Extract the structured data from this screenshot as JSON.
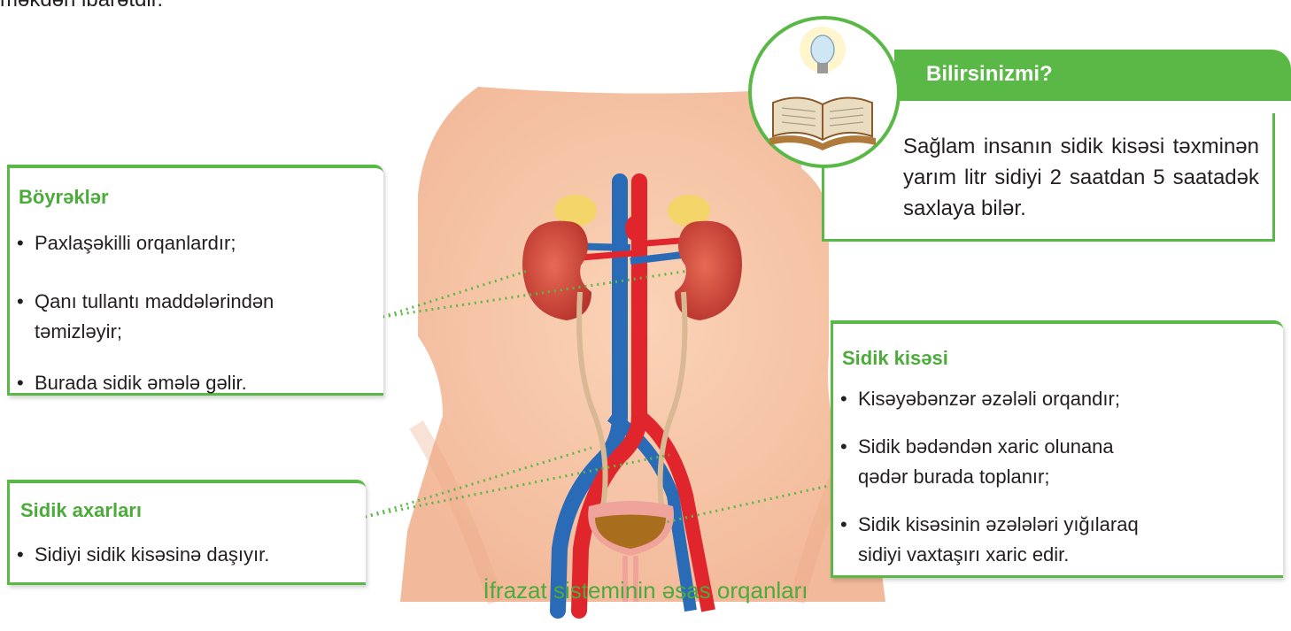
{
  "top_fragment": "məkdən ibarətdir.",
  "fact_box": {
    "title": "Bilirsinizmi?",
    "text": "Sağlam insanın sidik kisəsi təxminən yarım litr sidiyi 2 saatdan 5 saatadək saxlaya bilər."
  },
  "kidneys": {
    "title": "Böyrəklər",
    "items": [
      "Paxlaşəkilli orqanlardır;",
      "Qanı tullantı maddələrindən",
      "təmizləyir;",
      "Burada sidik əmələ gəlir."
    ]
  },
  "ureters": {
    "title": "Sidik axarları",
    "items": [
      "Sidiyi sidik kisəsinə daşıyır."
    ]
  },
  "bladder": {
    "title": "Sidik kisəsi",
    "items": [
      "Kisəyəbənzər əzələli orqandır;",
      "Sidik bədəndən xaric olunana",
      "qədər burada toplanır;",
      "Sidik kisəsinin əzələləri yığılaraq",
      "sidiyi vaxtaşırı xaric edir."
    ]
  },
  "caption": "İfrazat sisteminin əsas orqanları",
  "colors": {
    "accent": "#5ab946",
    "accent_text": "#4cab3a",
    "skin": "#f6c6a6",
    "artery": "#e0262c",
    "vein": "#2a6bb8"
  }
}
